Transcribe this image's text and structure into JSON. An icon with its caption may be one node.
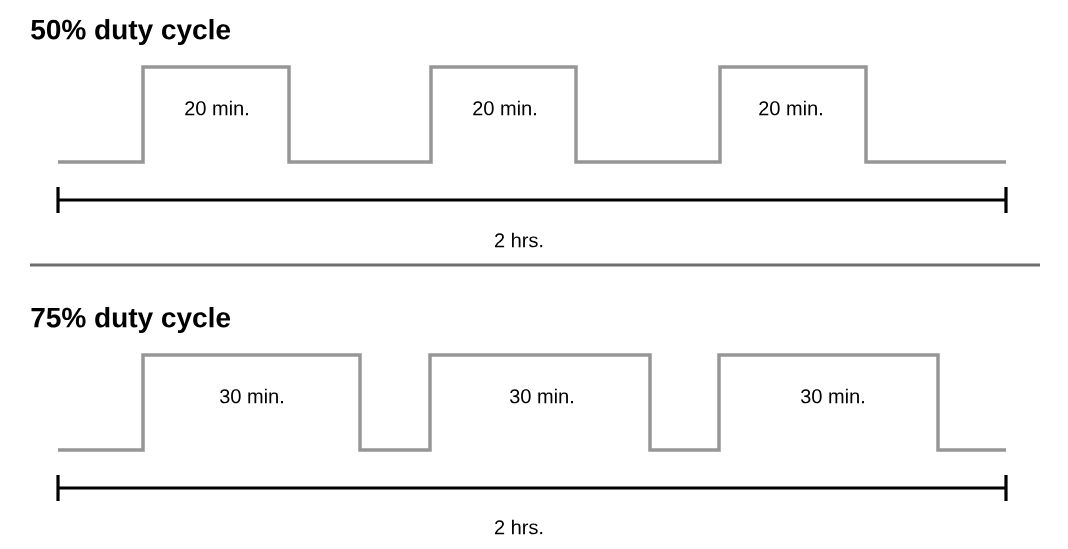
{
  "diagram": {
    "labels": [
      "50% duty cycle",
      "20 min.",
      "20 min.",
      "20 min.",
      "2 hrs.",
      "75% duty cycle",
      "30 min.",
      "30 min.",
      "30 min.",
      "2 hrs."
    ]
  }
}
